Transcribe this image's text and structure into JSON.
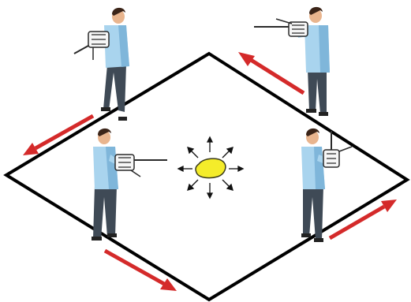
{
  "colors": {
    "background": "#ffffff",
    "outline": "#000000",
    "arrow_red": "#d42a2a",
    "source_fill": "#f4ec2a",
    "source_stroke": "#3a3a1a",
    "shirt": "#a9d4ee",
    "shirt_shade": "#7fb6da",
    "pants": "#3f4a56",
    "skin": "#e9b58e",
    "hair": "#3b2418",
    "device": "#2a2a2a"
  },
  "figure": {
    "field_shape": "diamond",
    "operators": [
      {
        "id": "top-left",
        "facing": "left-down",
        "device": "handheld-meter"
      },
      {
        "id": "top-right",
        "facing": "left",
        "device": "handheld-meter"
      },
      {
        "id": "left",
        "facing": "right",
        "device": "handheld-meter"
      },
      {
        "id": "right",
        "facing": "up",
        "device": "handheld-meter"
      }
    ],
    "arrows": [
      {
        "id": "top-right",
        "direction": "up-left"
      },
      {
        "id": "upper-left",
        "direction": "down-left"
      },
      {
        "id": "lower-left",
        "direction": "down-right"
      },
      {
        "id": "lower-right",
        "direction": "up-right"
      }
    ],
    "source": {
      "shape": "blob",
      "rays": 8
    }
  }
}
